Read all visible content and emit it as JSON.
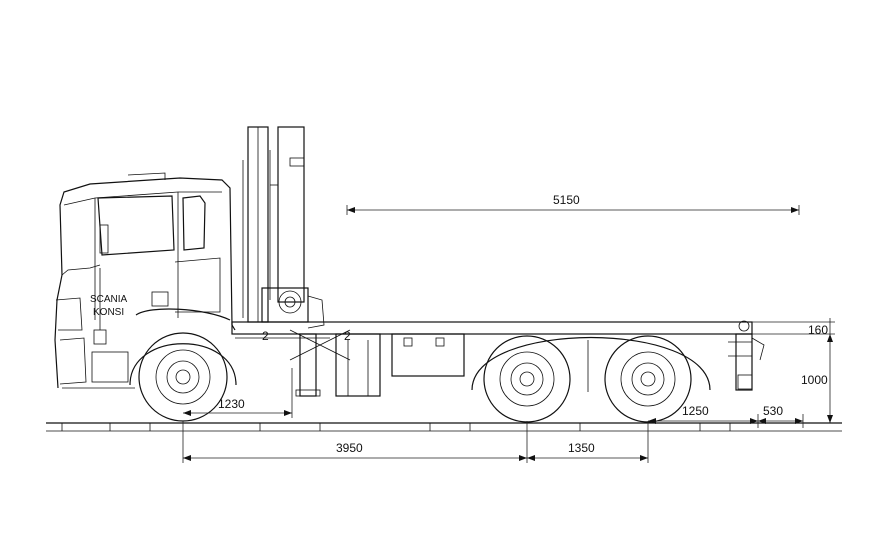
{
  "cab_text": {
    "line1": "SCANIA",
    "line2": "KONSI"
  },
  "dimensions": {
    "overall_body": "5150",
    "front_to_crane": "1230",
    "wheelbase_1": "3950",
    "axle_spacing": "1350",
    "rear_overhang": "1250",
    "hook_offset": "530",
    "frame_height": "160",
    "ground_to_frame": "1000"
  },
  "crane_marks": {
    "mark1": "2",
    "mark2": "2"
  }
}
